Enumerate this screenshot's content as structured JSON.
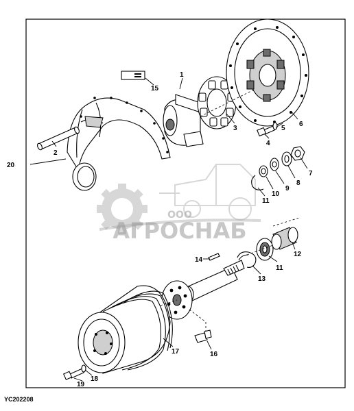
{
  "diagram": {
    "callouts": [
      {
        "id": "1",
        "text": "1"
      },
      {
        "id": "2",
        "text": "2"
      },
      {
        "id": "3",
        "text": "3"
      },
      {
        "id": "4",
        "text": "4"
      },
      {
        "id": "5",
        "text": "5"
      },
      {
        "id": "6",
        "text": "6"
      },
      {
        "id": "7",
        "text": "7"
      },
      {
        "id": "8",
        "text": "8"
      },
      {
        "id": "9",
        "text": "9"
      },
      {
        "id": "10",
        "text": "10"
      },
      {
        "id": "11a",
        "text": "11"
      },
      {
        "id": "11b",
        "text": "11"
      },
      {
        "id": "12",
        "text": "12"
      },
      {
        "id": "13",
        "text": "13"
      },
      {
        "id": "14",
        "text": "14"
      },
      {
        "id": "15",
        "text": "15"
      },
      {
        "id": "16",
        "text": "16"
      },
      {
        "id": "17",
        "text": "17"
      },
      {
        "id": "18",
        "text": "18"
      },
      {
        "id": "19",
        "text": "19"
      },
      {
        "id": "20",
        "text": "20"
      }
    ],
    "figure_code": "YC202208",
    "watermark": {
      "company_prefix": "ООО",
      "company_name": "АГРОСНАБ"
    }
  }
}
